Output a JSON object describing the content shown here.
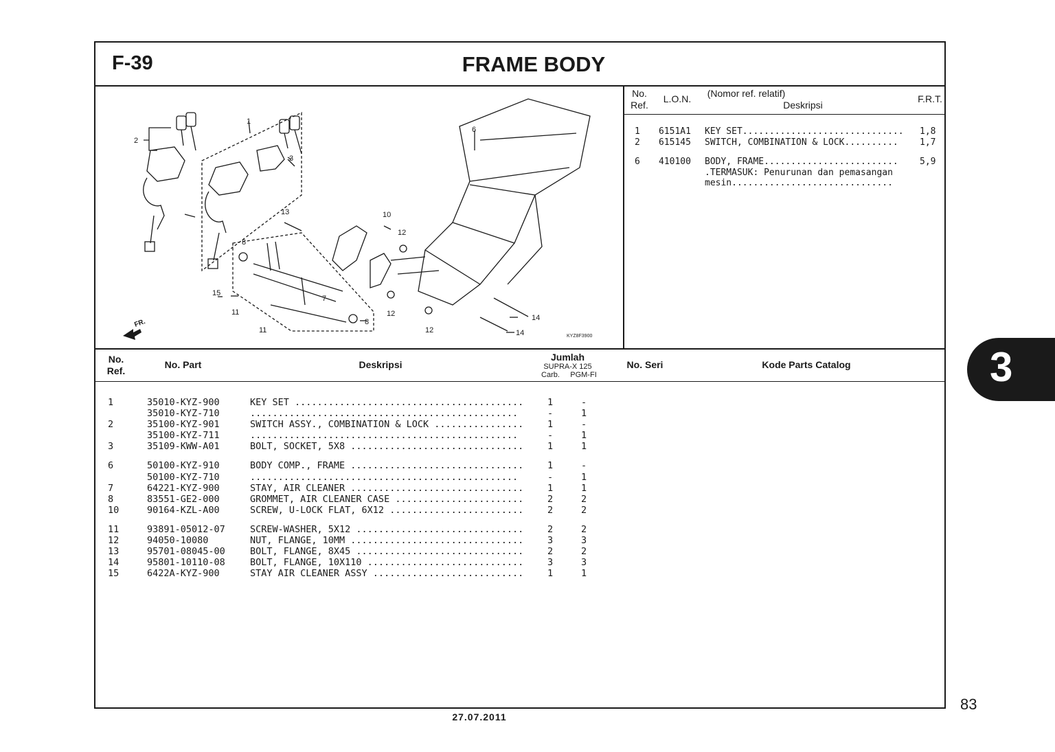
{
  "header": {
    "code": "F-39",
    "title": "FRAME BODY"
  },
  "diagram": {
    "callouts": [
      "1",
      "2",
      "3",
      "6",
      "7",
      "8",
      "8",
      "10",
      "11",
      "11",
      "12",
      "12",
      "12",
      "13",
      "14",
      "14",
      "15"
    ],
    "fr_label": "FR.",
    "drawing_code": "KYZ8F3900"
  },
  "frt": {
    "headers": {
      "no": "No.",
      "ref": "Ref.",
      "lon": "L.O.N.",
      "nomor": "(Nomor ref. relatif)",
      "desc": "Deskripsi",
      "frt": "F.R.T."
    },
    "rows": [
      {
        "ref": "1",
        "lon": "6151A1",
        "desc": "KEY SET..............................",
        "frt": "1,8"
      },
      {
        "ref": "2",
        "lon": "615145",
        "desc": "SWITCH, COMBINATION & LOCK..........",
        "frt": "1,7"
      },
      {
        "ref": "6",
        "lon": "410100",
        "desc": "BODY, FRAME.........................",
        "frt": "5,9"
      },
      {
        "ref": "",
        "lon": "",
        "desc": ".TERMASUK: Penurunan dan pemasangan",
        "frt": ""
      },
      {
        "ref": "",
        "lon": "",
        "desc": " mesin..............................",
        "frt": ""
      }
    ]
  },
  "parts_header": {
    "no": "No.",
    "ref": "Ref.",
    "part": "No. Part",
    "desc": "Deskripsi",
    "jumlah": "Jumlah",
    "model": "SUPRA-X 125",
    "carb": "Carb.",
    "pgm": "PGM-FI",
    "seri": "No. Seri",
    "catalog": "Kode Parts Catalog"
  },
  "parts": [
    {
      "ref": "1",
      "part": "35010-KYZ-900",
      "desc": "KEY SET .........................................",
      "carb": "1",
      "pgm": "-"
    },
    {
      "ref": "",
      "part": "35010-KYZ-710",
      "desc": " ................................................",
      "carb": "-",
      "pgm": "1"
    },
    {
      "ref": "2",
      "part": "35100-KYZ-901",
      "desc": "SWITCH ASSY., COMBINATION & LOCK ................",
      "carb": "1",
      "pgm": "-"
    },
    {
      "ref": "",
      "part": "35100-KYZ-711",
      "desc": " ................................................",
      "carb": "-",
      "pgm": "1"
    },
    {
      "ref": "3",
      "part": "35109-KWW-A01",
      "desc": "BOLT, SOCKET, 5X8 ...............................",
      "carb": "1",
      "pgm": "1"
    },
    {
      "gap": true
    },
    {
      "ref": "6",
      "part": "50100-KYZ-910",
      "desc": "BODY COMP., FRAME ...............................",
      "carb": "1",
      "pgm": "-"
    },
    {
      "ref": "",
      "part": "50100-KYZ-710",
      "desc": " ................................................",
      "carb": "-",
      "pgm": "1"
    },
    {
      "ref": "7",
      "part": "64221-KYZ-900",
      "desc": "STAY, AIR CLEANER ...............................",
      "carb": "1",
      "pgm": "1"
    },
    {
      "ref": "8",
      "part": "83551-GE2-000",
      "desc": "GROMMET, AIR CLEANER CASE .......................",
      "carb": "2",
      "pgm": "2"
    },
    {
      "ref": "10",
      "part": "90164-KZL-A00",
      "desc": "SCREW, U-LOCK FLAT, 6X12 ........................",
      "carb": "2",
      "pgm": "2"
    },
    {
      "gap": true
    },
    {
      "ref": "11",
      "part": "93891-05012-07",
      "desc": "SCREW-WASHER, 5X12 ..............................",
      "carb": "2",
      "pgm": "2"
    },
    {
      "ref": "12",
      "part": "94050-10080",
      "desc": "NUT, FLANGE, 10MM ...............................",
      "carb": "3",
      "pgm": "3"
    },
    {
      "ref": "13",
      "part": "95701-08045-00",
      "desc": "BOLT, FLANGE, 8X45 ..............................",
      "carb": "2",
      "pgm": "2"
    },
    {
      "ref": "14",
      "part": "95801-10110-08",
      "desc": "BOLT, FLANGE, 10X110 ............................",
      "carb": "3",
      "pgm": "3"
    },
    {
      "ref": "15",
      "part": "6422A-KYZ-900",
      "desc": "STAY AIR CLEANER ASSY ...........................",
      "carb": "1",
      "pgm": "1"
    }
  ],
  "footer": {
    "page": "83",
    "date": "27.07.2011",
    "section_tab": "3"
  }
}
